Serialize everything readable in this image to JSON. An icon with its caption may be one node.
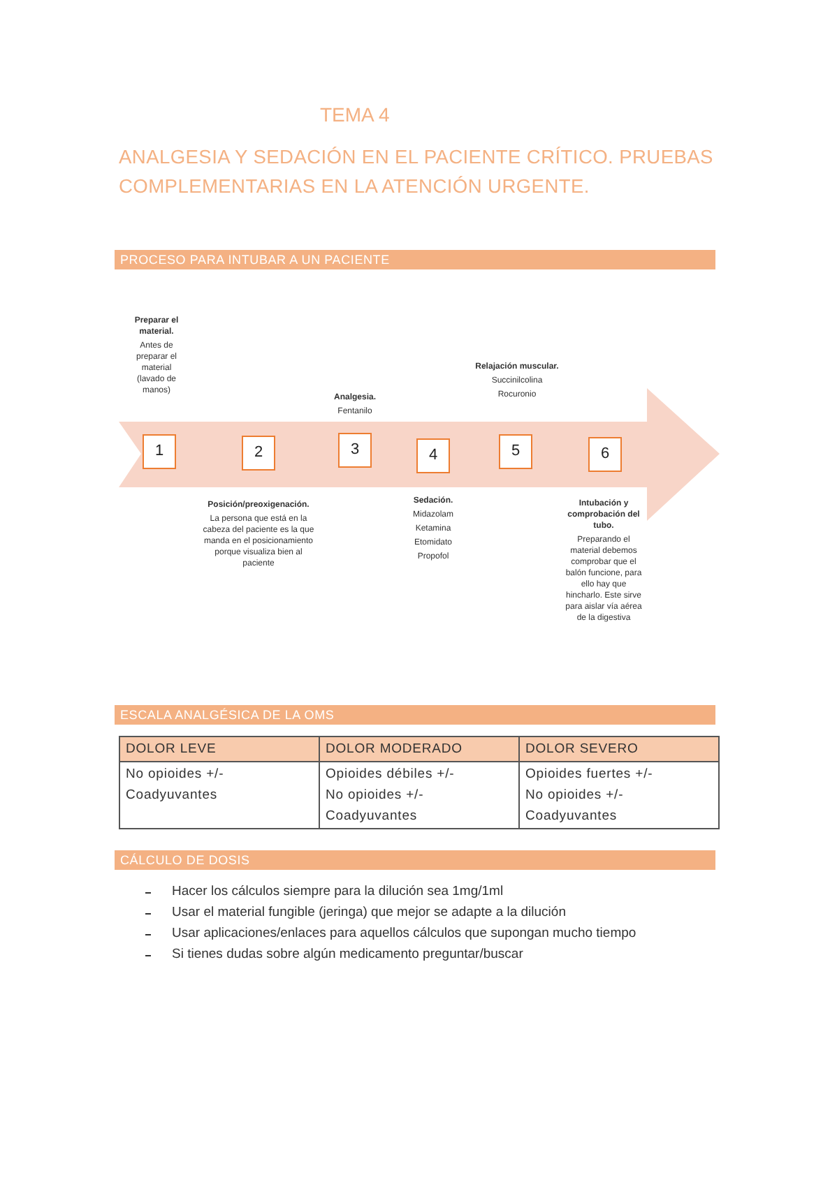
{
  "diagram": {
    "title": "TEMA 4",
    "nodes": [
      {
        "text": [],
        "shape": "arrow"
      },
      {
        "text": [
          "1"
        ],
        "in": 0,
        "beside": [
          "Preparar el material.",
          "Antes de preparar el material (lavado de manos)"
        ]
      },
      {
        "text": [
          "2"
        ],
        "in": 0,
        "beside": [
          "Posición/preoxigenación.",
          "La persona que está en la cabeza del paciente es la que manda en el posicionamiento porque visualiza bien al paciente"
        ]
      },
      {
        "text": [
          "3"
        ],
        "in": 0,
        "beside": [
          "Analgesia.",
          "Fentanilo"
        ]
      },
      {
        "text": [
          "4"
        ],
        "in": 0,
        "beside": [
          "Sedación.",
          "Midazolam",
          "Ketamina",
          "Etomidato",
          "Propofol"
        ]
      },
      {
        "text": [
          "5"
        ],
        "in": 0,
        "beside": [
          "Relajación muscular.",
          "Succinilcolina",
          "Rocuronio"
        ]
      },
      {
        "text": [
          "6"
        ],
        "in": 0,
        "beside": [
          "Intubación y comprobación del tubo.",
          "Preparando el material debemos comprobar que el balón funcione, para ello hay que hincharlo. Este sirve para aislar vía aérea de la digestiva"
        ]
      }
    ],
    "labels": [
      "ANALGESIA Y SEDACIÓN EN EL PACIENTE CRÍTICO. PRUEBAS COMPLEMENTARIAS EN LA ATENCIÓN URGENTE.",
      "PROCESO PARA INTUBAR A UN PACIENTE",
      "ESCALA ANALGÉSICA DE LA OMS",
      "DOLOR LEVE",
      "DOLOR MODERADO",
      "DOLOR SEVERO",
      "No opioides +/- Coadyuvantes",
      "Opioides débiles +/- No opioides +/- Coadyuvantes",
      "Opioides fuertes +/- No opioides +/- Coadyuvantes",
      "CÁLCULO DE DOSIS",
      "Hacer los cálculos siempre para la dilución sea 1mg/1ml",
      "Usar el material fungible (jeringa) que mejor se adapte a la dilución",
      "Usar aplicaciones/enlaces para aquellos cálculos que supongan mucho tiempo",
      "Si tienes dudas sobre algún medicamento preguntar/buscar"
    ]
  }
}
